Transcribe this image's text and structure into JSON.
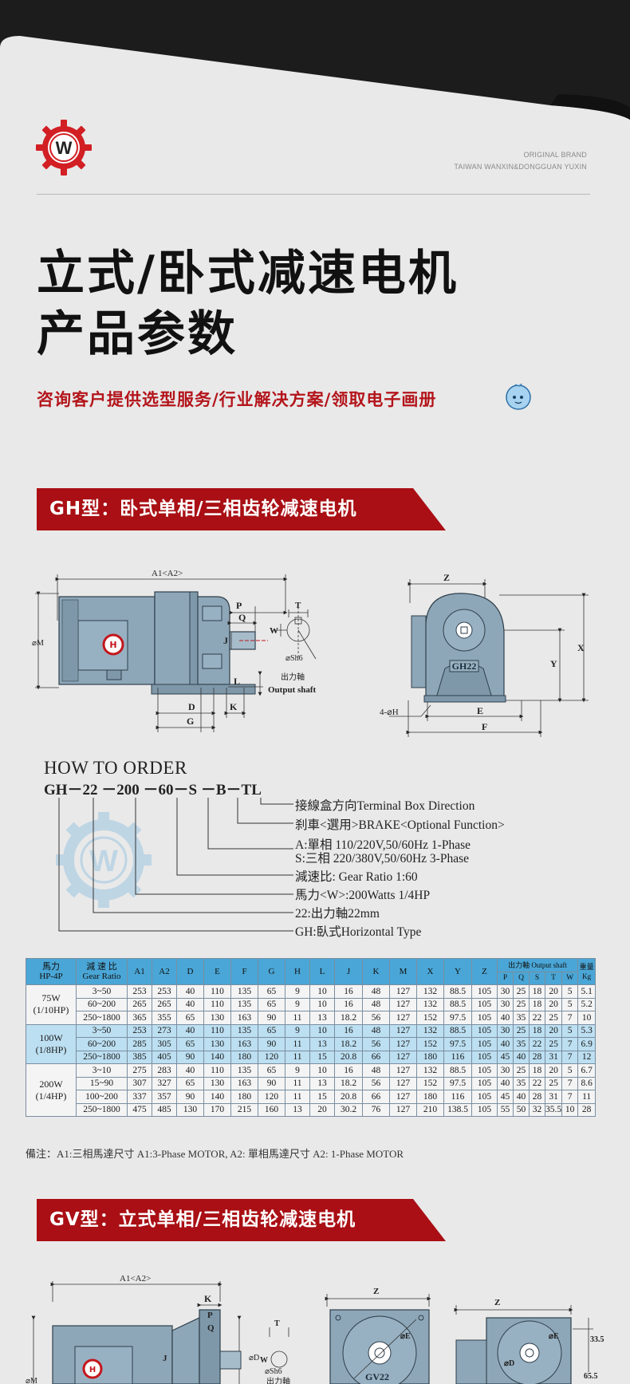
{
  "header": {
    "brand_line1": "ORIGINAL BRAND",
    "brand_line2": "TAIWAN WANXIN&DONGGUAN YUXIN"
  },
  "title": {
    "line1": "立式/卧式减速电机",
    "line2": "产品参数"
  },
  "subline": "咨询客户提供选型服务/行业解决方案/领取电子画册",
  "section_gh": {
    "banner": "GH型：卧式单相/三相齿轮减速电机",
    "drawing_labels": {
      "a1a2": "A1<A2>",
      "p": "P",
      "q": "Q",
      "t": "T",
      "w": "W",
      "m": "⌀M",
      "j": "J",
      "l": "L",
      "d": "D",
      "k": "K",
      "g": "G",
      "sh6": "⌀Sh6",
      "output_cn": "出力軸",
      "output_en": "Output shaft",
      "z": "Z",
      "x": "X",
      "y": "Y",
      "e": "E",
      "f": "F",
      "h4": "4-⌀H",
      "model_plate": "GH22"
    }
  },
  "how_to_order": {
    "heading": "HOW TO ORDER",
    "code": "GH－22 －200 －60－S －B－TL",
    "items": [
      "接線盒方向Terminal Box Direction",
      "刹車<選用>BRAKE<Optional Function>",
      "A:單相 110/220V,50/60Hz 1-Phase",
      "S:三相 220/380V,50/60Hz 3-Phase",
      "減速比:  Gear Ratio 1:60",
      "馬力<W>:200Watts 1/4HP",
      "22:出力軸22mm",
      "GH:臥式Horizontal Type"
    ]
  },
  "spec_table": {
    "header_power": [
      "馬力",
      "HP-4P"
    ],
    "header_ratio": [
      "減 速 比",
      "Gear Ratio"
    ],
    "columns": [
      "A1",
      "A2",
      "D",
      "E",
      "F",
      "G",
      "H",
      "L",
      "J",
      "K",
      "M",
      "X",
      "Y",
      "Z"
    ],
    "output_shaft": "出力軸 Output shaft",
    "shaft_columns": [
      "P",
      "Q",
      "S",
      "T",
      "W"
    ],
    "weight": [
      "重量",
      "Kg"
    ],
    "groups": [
      {
        "power": [
          "75W",
          "(1/10HP)"
        ],
        "rows": [
          [
            "3~50",
            "253",
            "253",
            "40",
            "110",
            "135",
            "65",
            "9",
            "10",
            "16",
            "48",
            "127",
            "132",
            "88.5",
            "105",
            "30",
            "25",
            "18",
            "20",
            "5",
            "5.1"
          ],
          [
            "60~200",
            "265",
            "265",
            "40",
            "110",
            "135",
            "65",
            "9",
            "10",
            "16",
            "48",
            "127",
            "132",
            "88.5",
            "105",
            "30",
            "25",
            "18",
            "20",
            "5",
            "5.2"
          ],
          [
            "250~1800",
            "365",
            "355",
            "65",
            "130",
            "163",
            "90",
            "11",
            "13",
            "18.2",
            "56",
            "127",
            "152",
            "97.5",
            "105",
            "40",
            "35",
            "22",
            "25",
            "7",
            "10"
          ]
        ]
      },
      {
        "power": [
          "100W",
          "(1/8HP)"
        ],
        "rows": [
          [
            "3~50",
            "253",
            "273",
            "40",
            "110",
            "135",
            "65",
            "9",
            "10",
            "16",
            "48",
            "127",
            "132",
            "88.5",
            "105",
            "30",
            "25",
            "18",
            "20",
            "5",
            "5.3"
          ],
          [
            "60~200",
            "285",
            "305",
            "65",
            "130",
            "163",
            "90",
            "11",
            "13",
            "18.2",
            "56",
            "127",
            "152",
            "97.5",
            "105",
            "40",
            "35",
            "22",
            "25",
            "7",
            "6.9"
          ],
          [
            "250~1800",
            "385",
            "405",
            "90",
            "140",
            "180",
            "120",
            "11",
            "15",
            "20.8",
            "66",
            "127",
            "180",
            "116",
            "105",
            "45",
            "40",
            "28",
            "31",
            "7",
            "12"
          ]
        ]
      },
      {
        "power": [
          "200W",
          "(1/4HP)"
        ],
        "rows": [
          [
            "3~10",
            "275",
            "283",
            "40",
            "110",
            "135",
            "65",
            "9",
            "10",
            "16",
            "48",
            "127",
            "132",
            "88.5",
            "105",
            "30",
            "25",
            "18",
            "20",
            "5",
            "6.7"
          ],
          [
            "15~90",
            "307",
            "327",
            "65",
            "130",
            "163",
            "90",
            "11",
            "13",
            "18.2",
            "56",
            "127",
            "152",
            "97.5",
            "105",
            "40",
            "35",
            "22",
            "25",
            "7",
            "8.6"
          ],
          [
            "100~200",
            "337",
            "357",
            "90",
            "140",
            "180",
            "120",
            "11",
            "15",
            "20.8",
            "66",
            "127",
            "180",
            "116",
            "105",
            "45",
            "40",
            "28",
            "31",
            "7",
            "11"
          ],
          [
            "250~1800",
            "475",
            "485",
            "130",
            "170",
            "215",
            "160",
            "13",
            "20",
            "30.2",
            "76",
            "127",
            "210",
            "138.5",
            "105",
            "55",
            "50",
            "32",
            "35.5",
            "10",
            "28"
          ]
        ]
      }
    ],
    "note": "備注：A1:三相馬達尺寸 A1:3-Phase MOTOR, A2: 單相馬達尺寸 A2: 1-Phase MOTOR"
  },
  "section_gv": {
    "banner": "GV型：立式单相/三相齿轮减速电机",
    "drawing_labels": {
      "a1a2": "A1<A2>",
      "k": "K",
      "p": "P",
      "q": "Q",
      "t": "T",
      "w": "W",
      "m": "⌀M",
      "j": "J",
      "d": "⌀D",
      "sh6": "⌀Sh6",
      "output_cn": "出力軸",
      "z": "Z",
      "e": "⌀E",
      "model_plate": "GV22",
      "z2": "Z",
      "e2": "⌀E",
      "d2": "⌀D",
      "v335": "33.5",
      "v655": "65.5"
    }
  },
  "colors": {
    "accent_red": "#b3151b",
    "banner_red": "#a90f14",
    "motor_blue": "#8ea7b8",
    "table_header_blue": "#4aa6d6",
    "table_shade": "#bcdff1"
  }
}
